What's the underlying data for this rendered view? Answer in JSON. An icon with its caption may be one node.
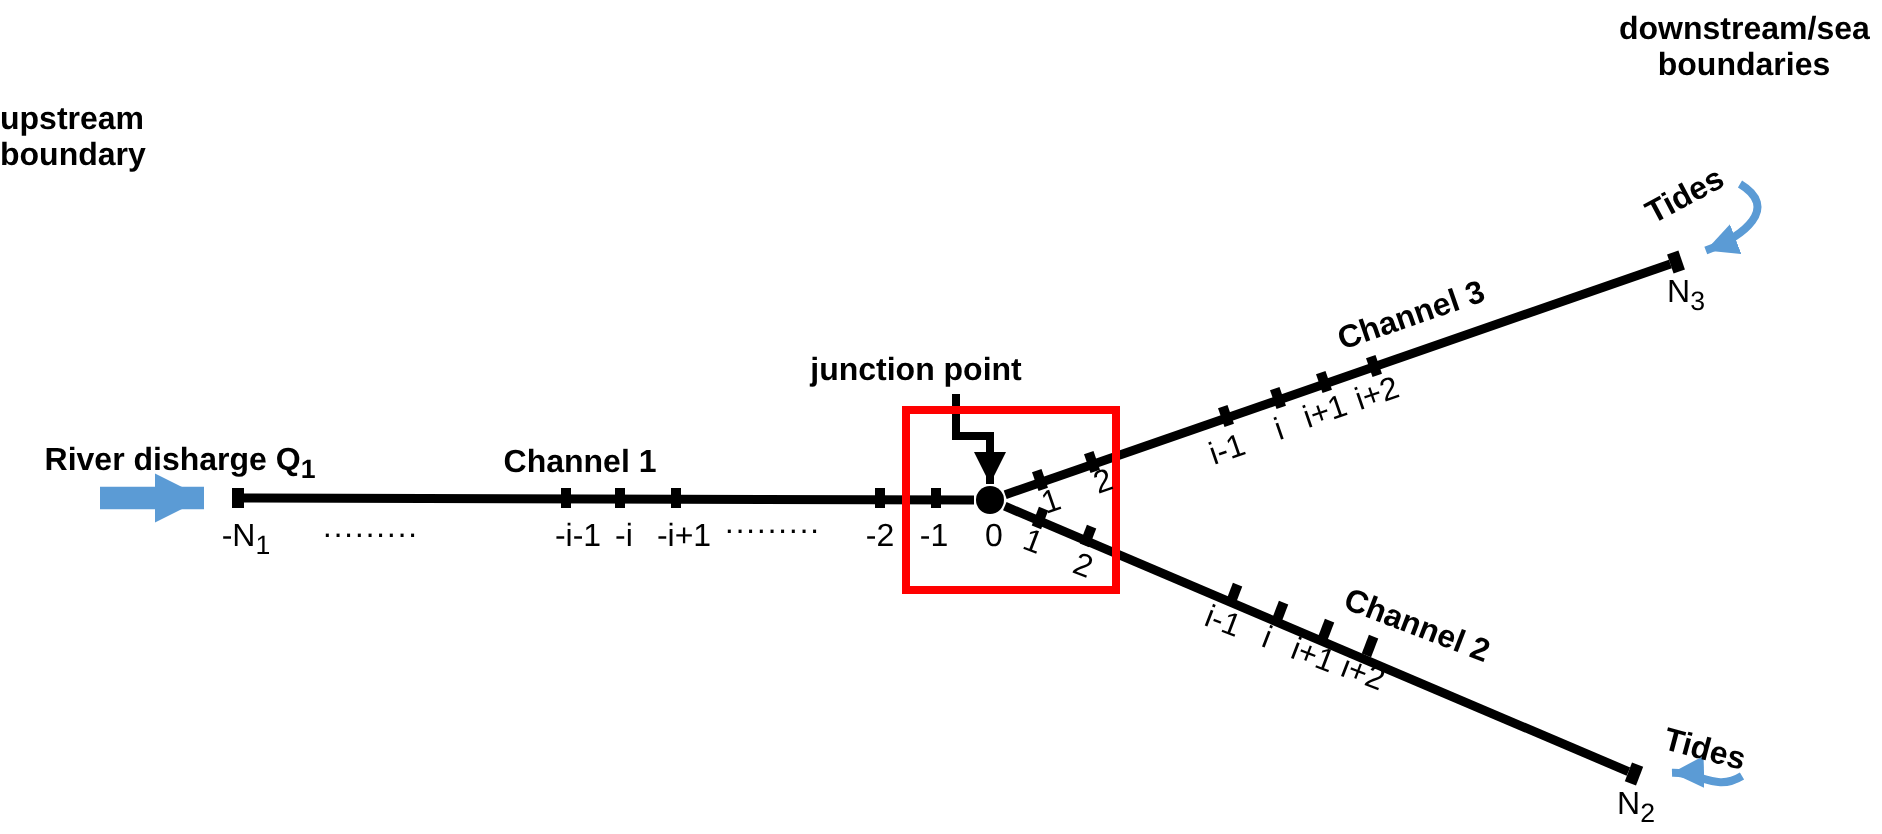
{
  "diagram": {
    "nodes": [
      {
        "text": [
          "junction point"
        ]
      },
      {
        "text": [],
        "shape": "box"
      },
      {
        "text": [],
        "shape": "circle",
        "in": 1,
        "beside": [
          "0"
        ]
      },
      {
        "text": [],
        "shape": "bar",
        "beside": [
          "-N$_{1}$"
        ]
      },
      {
        "text": [],
        "shape": "bar",
        "beside": [
          "N$_{3}$"
        ]
      },
      {
        "text": [],
        "shape": "bar",
        "beside": [
          "N$_{2}$"
        ]
      },
      {
        "text": [
          "Tides"
        ]
      },
      {
        "text": [
          "Tides"
        ]
      }
    ],
    "edges": [
      {
        "from": 0,
        "to": 2,
        "arrow": "to"
      },
      {
        "from": 3,
        "to": 2,
        "arrow": "none",
        "label": "Channel 1"
      },
      {
        "from": 2,
        "to": 4,
        "arrow": "none",
        "label": "Channel 3"
      },
      {
        "from": 2,
        "to": 5,
        "arrow": "none",
        "label": "Channel 2"
      },
      {
        "from": null,
        "to": 3,
        "arrow": "to",
        "style": "thick",
        "color": "#5b9bd5"
      },
      {
        "from": 6,
        "to": 4,
        "arrow": "to",
        "color": "#5b9bd5"
      },
      {
        "from": 7,
        "to": 5,
        "arrow": "to",
        "color": "#5b9bd5"
      }
    ],
    "labels": [
      "upstream boundary",
      "downstream/sea boundaries",
      "River disharge Q$_{1}$",
      "·········",
      "-i-1",
      "-i",
      "-i+1",
      "·········",
      "-2",
      "-1",
      "1",
      "2",
      "1",
      "2",
      "i-1",
      "i",
      "i+1",
      "i+2",
      "i-1",
      "i",
      "i+1",
      "i+2"
    ]
  }
}
